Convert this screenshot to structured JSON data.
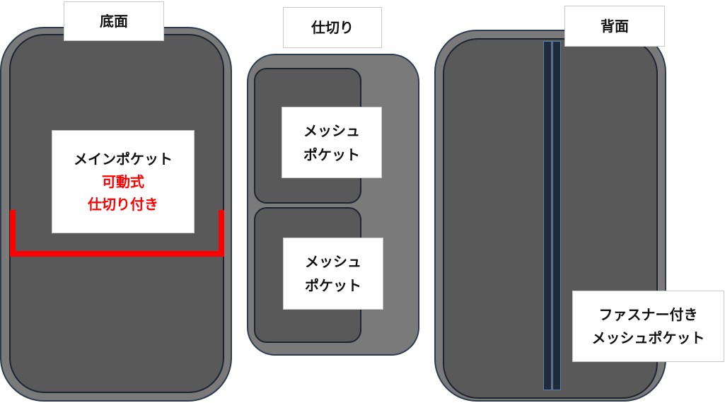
{
  "panels": {
    "bottom": {
      "title": "底面",
      "pocket_line1": "メインポケット",
      "pocket_line2": "可動式",
      "pocket_line3": "仕切り付き"
    },
    "divider": {
      "title": "仕切り",
      "pocket_top_line1": "メッシュ",
      "pocket_top_line2": "ポケット",
      "pocket_bottom_line1": "メッシュ",
      "pocket_bottom_line2": "ポケット"
    },
    "back": {
      "title": "背面",
      "pocket_line1": "ファスナー付き",
      "pocket_line2": "メッシュポケット"
    }
  },
  "colors": {
    "panel_fill": "#595959",
    "frame_fill": "#7a7a7a",
    "accent_red": "#ff0000",
    "zipper": "#1f2a3a"
  }
}
